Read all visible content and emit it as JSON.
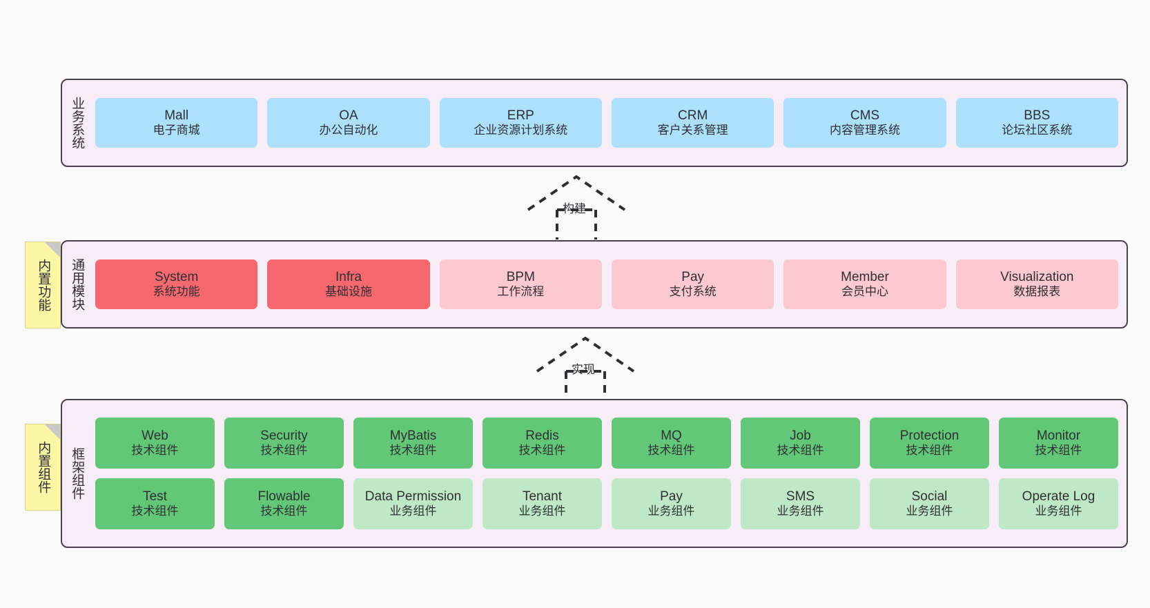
{
  "diagram": {
    "title": "Layered system architecture",
    "colors": {
      "layer_bg": "#f7edf6",
      "layer_border": "#4a3f4d",
      "business_card": "#ace0fb",
      "module_active": "#f4686e",
      "module_plain": "#fcc9d1",
      "tech_component": "#62c878",
      "biz_component": "#bfe9c6",
      "note_bg": "#fbf7a5",
      "canvas_bg": "#fafafa"
    }
  },
  "layers": {
    "business": {
      "caption": "业务系统",
      "cards": [
        {
          "en": "Mall",
          "cn": "电子商城"
        },
        {
          "en": "OA",
          "cn": "办公自动化"
        },
        {
          "en": "ERP",
          "cn": "企业资源计划系统"
        },
        {
          "en": "CRM",
          "cn": "客户关系管理"
        },
        {
          "en": "CMS",
          "cn": "内容管理系统"
        },
        {
          "en": "BBS",
          "cn": "论坛社区系统"
        }
      ]
    },
    "common": {
      "caption": "通用模块",
      "cards": [
        {
          "en": "System",
          "cn": "系统功能",
          "style": "c-red"
        },
        {
          "en": "Infra",
          "cn": "基础设施",
          "style": "c-red"
        },
        {
          "en": "BPM",
          "cn": "工作流程",
          "style": "c-pink"
        },
        {
          "en": "Pay",
          "cn": "支付系统",
          "style": "c-pink"
        },
        {
          "en": "Member",
          "cn": "会员中心",
          "style": "c-pink"
        },
        {
          "en": "Visualization",
          "cn": "数据报表",
          "style": "c-pink"
        }
      ]
    },
    "framework": {
      "caption": "框架组件",
      "row1": [
        {
          "en": "Web",
          "cn": "技术组件"
        },
        {
          "en": "Security",
          "cn": "技术组件"
        },
        {
          "en": "MyBatis",
          "cn": "技术组件"
        },
        {
          "en": "Redis",
          "cn": "技术组件"
        },
        {
          "en": "MQ",
          "cn": "技术组件"
        },
        {
          "en": "Job",
          "cn": "技术组件"
        },
        {
          "en": "Protection",
          "cn": "技术组件"
        },
        {
          "en": "Monitor",
          "cn": "技术组件"
        }
      ],
      "row2": [
        {
          "en": "Test",
          "cn": "技术组件",
          "style": "c-green"
        },
        {
          "en": "Flowable",
          "cn": "技术组件",
          "style": "c-green"
        },
        {
          "en": "Data Permission",
          "cn": "业务组件",
          "style": "c-lightgreen"
        },
        {
          "en": "Tenant",
          "cn": "业务组件",
          "style": "c-lightgreen"
        },
        {
          "en": "Pay",
          "cn": "业务组件",
          "style": "c-lightgreen"
        },
        {
          "en": "SMS",
          "cn": "业务组件",
          "style": "c-lightgreen"
        },
        {
          "en": "Social",
          "cn": "业务组件",
          "style": "c-lightgreen"
        },
        {
          "en": "Operate Log",
          "cn": "业务组件",
          "style": "c-lightgreen"
        }
      ]
    }
  },
  "notes": [
    {
      "id": "functions",
      "text": "内置功能"
    },
    {
      "id": "components",
      "text": "内置组件"
    }
  ],
  "arrows": [
    {
      "id": "build",
      "label": "构建",
      "from": "common",
      "to": "business"
    },
    {
      "id": "impl",
      "label": "实现",
      "from": "framework",
      "to": "common"
    }
  ]
}
